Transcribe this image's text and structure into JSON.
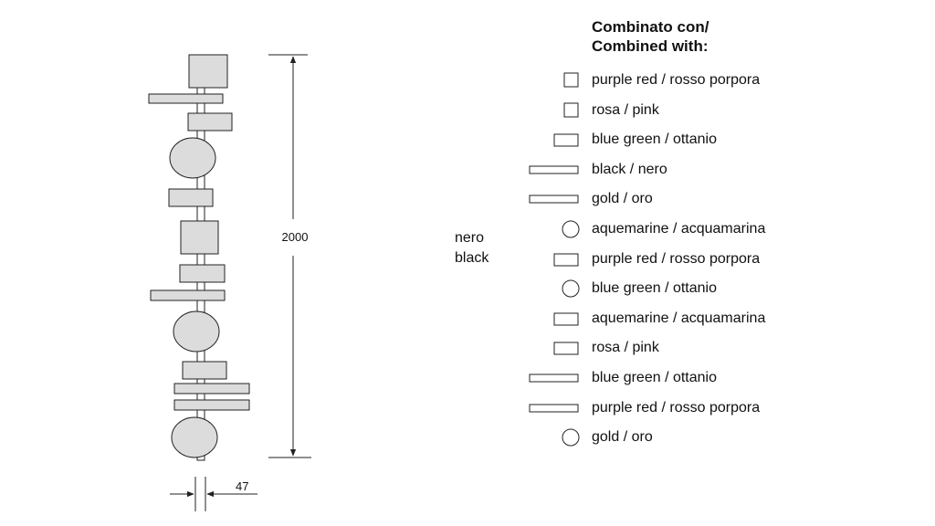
{
  "header": {
    "title_line1": "Combinato con/",
    "title_line2": "Combined with:"
  },
  "body_color": {
    "line1": "nero",
    "line2": "black"
  },
  "dimensions": {
    "height_label": "2000",
    "width_label": "47"
  },
  "legend": [
    {
      "shape": "square",
      "label": "purple red / rosso porpora"
    },
    {
      "shape": "square",
      "label": "rosa / pink"
    },
    {
      "shape": "rectangle",
      "label": "blue green / ottanio"
    },
    {
      "shape": "long-bar",
      "label": "black / nero"
    },
    {
      "shape": "long-bar",
      "label": "gold / oro"
    },
    {
      "shape": "circle",
      "label": "aquemarine / acquamarina"
    },
    {
      "shape": "rectangle",
      "label": "purple red / rosso porpora"
    },
    {
      "shape": "circle",
      "label": "blue green / ottanio"
    },
    {
      "shape": "rectangle",
      "label": "aquemarine / acquamarina"
    },
    {
      "shape": "rectangle",
      "label": "rosa / pink"
    },
    {
      "shape": "long-bar",
      "label": "blue green / ottanio"
    },
    {
      "shape": "long-bar",
      "label": "purple red / rosso porpora"
    },
    {
      "shape": "circle",
      "label": "gold / oro"
    }
  ],
  "colors": {
    "element_fill": "#dcdcdc",
    "stroke": "#222222"
  }
}
